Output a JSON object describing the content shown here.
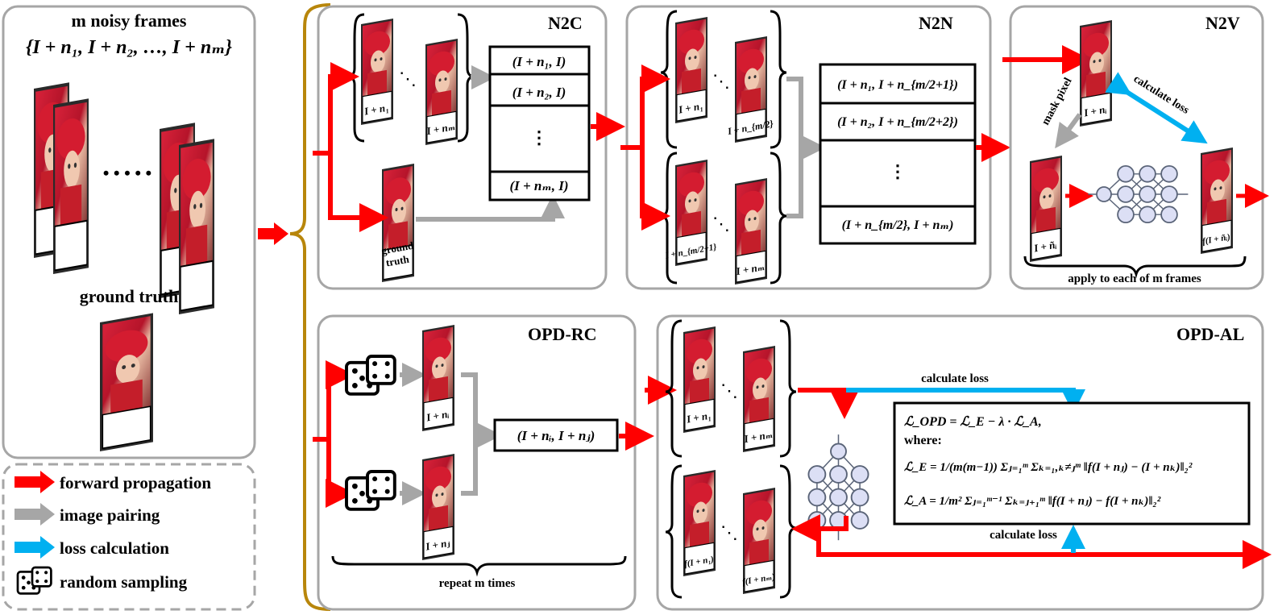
{
  "colors": {
    "forward": "#ff0000",
    "pairing": "#a6a6a6",
    "loss": "#00b0f0",
    "brace": "#b8860b",
    "panel_border": "#a6a6a6"
  },
  "left_panel": {
    "title": "m noisy frames",
    "set_expr": "{I + n₁, I + n₂, …, I + nₘ}",
    "dots": "• • • • •",
    "gt_title": "ground truth"
  },
  "n2c": {
    "title": "N2C",
    "frame_labels": [
      "I + n₁",
      "I + nₘ"
    ],
    "gt_label_1": "ground",
    "gt_label_2": "truth",
    "ellipsis": "⋱",
    "pairs": [
      "(I + n₁, I)",
      "(I + n₂, I)",
      "⋮",
      "(I + nₘ, I)"
    ]
  },
  "n2n": {
    "title": "N2N",
    "frame_labels": [
      "I + n₁",
      "I + n_{m/2}",
      "I + n_{m/2+1}",
      "I + nₘ"
    ],
    "pairs": [
      "(I + n₁, I + n_{m/2+1})",
      "(I + n₂, I + n_{m/2+2})",
      "⋮",
      "(I + n_{m/2}, I + nₘ)"
    ]
  },
  "n2v": {
    "title": "N2V",
    "mask_label": "mask pixel",
    "loss_label": "calculate loss",
    "frame_label": "I + nᵢ",
    "masked_label": "I + ñᵢ",
    "output_label": "f(I + ñᵢ)",
    "footer": "apply to each of m frames"
  },
  "opdrc": {
    "title": "OPD-RC",
    "frame_labels": [
      "I + nᵢ",
      "I + nⱼ"
    ],
    "pair": "(I + nᵢ, I + nⱼ)",
    "footer": "repeat m times"
  },
  "opdal": {
    "title": "OPD-AL",
    "frame_labels": [
      "I + n₁",
      "I + nₘ"
    ],
    "output_labels": [
      "f(I + n₁)",
      "f(I + nₘ)"
    ],
    "loss_label_top": "calculate loss",
    "loss_label_bottom": "calculate loss",
    "formula": {
      "line1": "ℒ_OPD = ℒ_E − λ · ℒ_A,",
      "line2": "where:",
      "line3": "ℒ_E = 1/(m(m−1)) Σⱼ₌₁ᵐ Σₖ₌₁,ₖ≠ⱼᵐ ‖f(I + nⱼ) − (I + nₖ)‖₂²",
      "line4": "ℒ_A = 1/m² Σⱼ₌₁ᵐ⁻¹ Σₖ₌ⱼ₊₁ᵐ ‖f(I + nⱼ) − f(I + nₖ)‖₂²"
    }
  },
  "legend": {
    "items": [
      {
        "label": "forward propagation",
        "icon": "red-arrow-icon"
      },
      {
        "label": "image pairing",
        "icon": "gray-arrow-icon"
      },
      {
        "label": "loss calculation",
        "icon": "blue-arrow-icon"
      },
      {
        "label": "random sampling",
        "icon": "dice-icon"
      }
    ]
  }
}
